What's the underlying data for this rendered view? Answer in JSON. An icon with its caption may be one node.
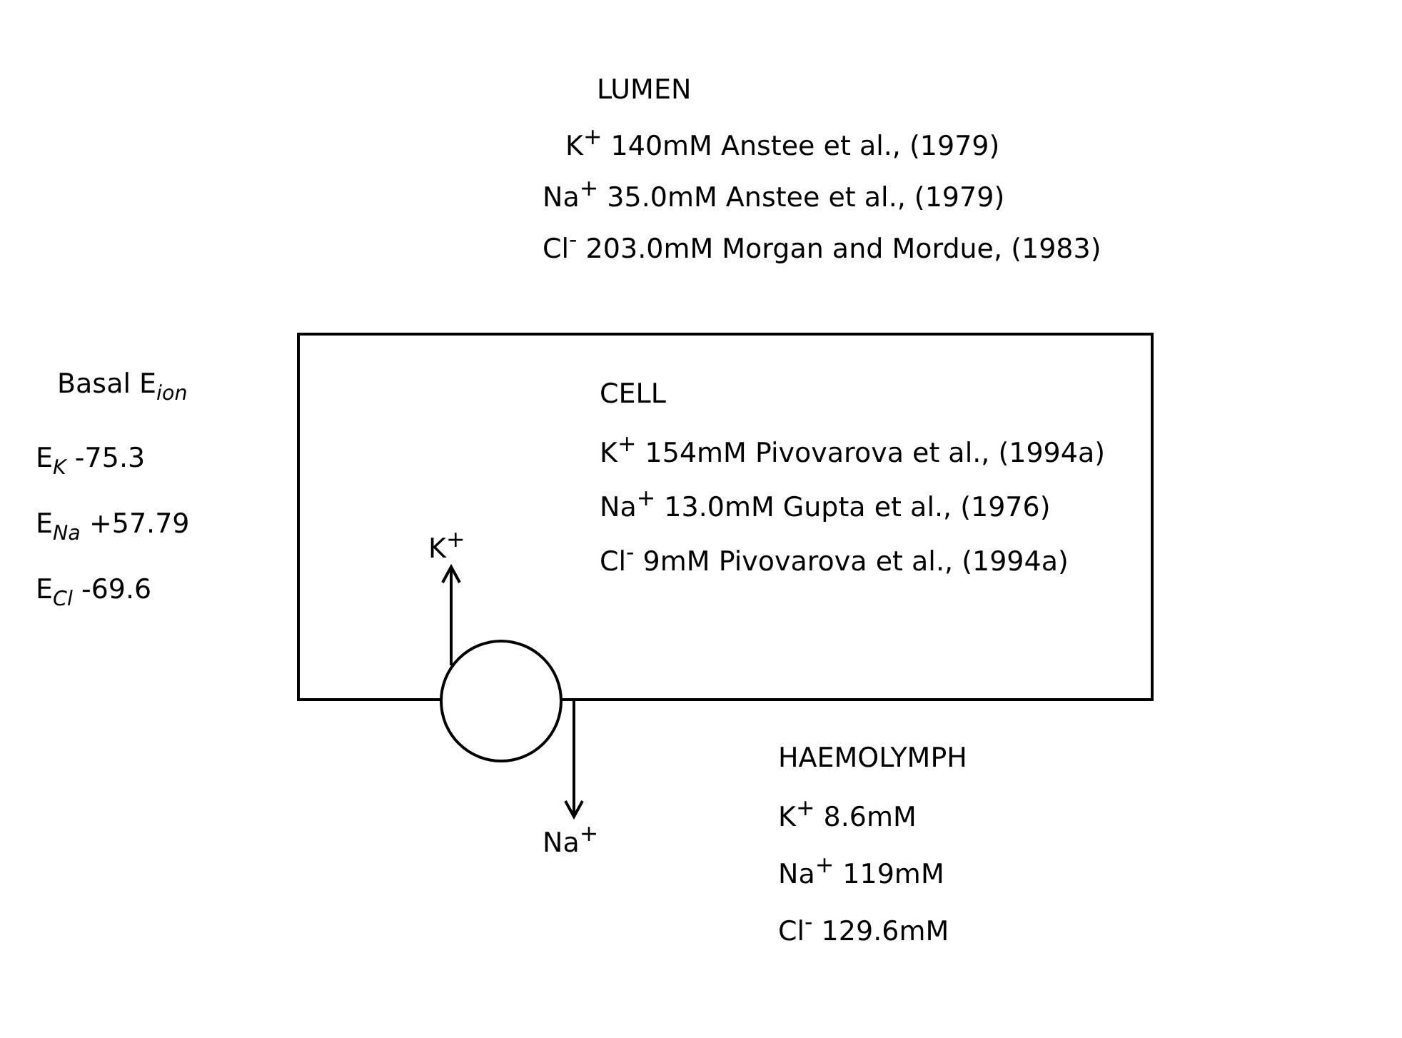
{
  "diagram": {
    "nodes": [
      {
        "text": [
          "CELL",
          "K$^{+}$ 154mM Pivovarova et al., (1994a)",
          "Na$^{+}$ 13.0mM Gupta et al., (1976)",
          "Cl$^{-}$ 9mM Pivovarova et al., (1994a)"
        ]
      },
      {
        "text": [],
        "shape": "circle"
      },
      {
        "text": [
          "K$^{+}$"
        ],
        "in": 0
      },
      {
        "text": [
          "Na$^{+}$"
        ]
      }
    ],
    "edges": [
      {
        "from": 1,
        "to": 2,
        "arrow": "to"
      },
      {
        "from": 1,
        "to": 3,
        "arrow": "to"
      }
    ],
    "labels": [
      "LUMEN",
      "K$^{+}$ 140mM Anstee et al., (1979)",
      "Na$^{+}$ 35.0mM Anstee et al., (1979)",
      "Cl$^{-}$ 203.0mM Morgan and Mordue, (1983)",
      "Basal E$_{ion}$",
      "E$_{K}$ -75.3",
      "E$_{Na}$ +57.79",
      "E$_{Cl}$ -69.6",
      "HAEMOLYMPH",
      "K$^{+}$ 8.6mM",
      "Na$^{+}$ 119mM",
      "Cl$^{-}$ 129.6mM"
    ]
  }
}
